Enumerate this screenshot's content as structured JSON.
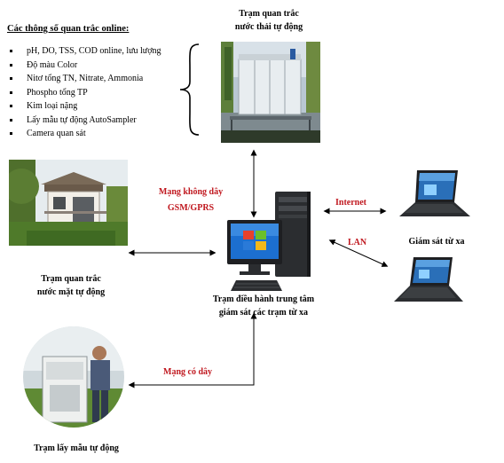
{
  "params": {
    "title": "Các thông số quan trắc online:",
    "items": [
      "pH, DO, TSS, COD  online, lưu lượng",
      "Độ màu Color",
      "Nitơ tổng TN, Nitrate, Ammonia",
      "Phospho tổng TP",
      "Kim loại nặng",
      "Lấy mẫu tự động AutoSampler",
      "Camera quan sát"
    ]
  },
  "stations": {
    "wastewater": {
      "line1": "Trạm quan trắc",
      "line2": "nước thải tự động"
    },
    "surface": {
      "line1": "Trạm quan trắc",
      "line2": "nước mặt tự động"
    },
    "sampler": {
      "label": "Trạm lấy mẫu tự động"
    },
    "center": {
      "line1": "Trạm điều hành trung tâm",
      "line2": "giám sát các trạm từ xa"
    },
    "remote": {
      "label": "Giám sát từ xa"
    }
  },
  "links": {
    "wireless": {
      "line1": "Mạng không dây",
      "line2": "GSM/GPRS"
    },
    "wired": "Mạng có dây",
    "internet": "Internet",
    "lan": "LAN"
  },
  "colors": {
    "link_label": "#c0181f",
    "window_blue": "#1c6fd0"
  }
}
